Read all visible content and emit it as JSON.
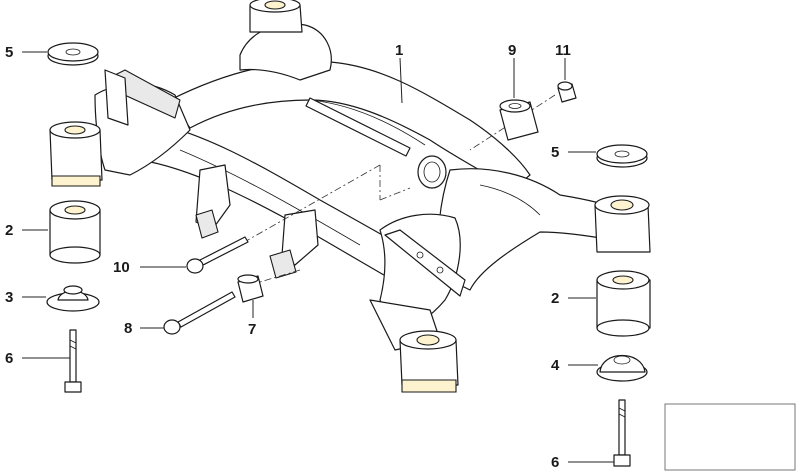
{
  "callouts": [
    {
      "id": "c5a",
      "label": "5"
    },
    {
      "id": "c1",
      "label": "1"
    },
    {
      "id": "c9",
      "label": "9"
    },
    {
      "id": "c11",
      "label": "11"
    },
    {
      "id": "c5b",
      "label": "5"
    },
    {
      "id": "c2a",
      "label": "2"
    },
    {
      "id": "c10",
      "label": "10"
    },
    {
      "id": "c3",
      "label": "3"
    },
    {
      "id": "c8",
      "label": "8"
    },
    {
      "id": "c7",
      "label": "7"
    },
    {
      "id": "c6a",
      "label": "6"
    },
    {
      "id": "c2b",
      "label": "2"
    },
    {
      "id": "c4",
      "label": "4"
    },
    {
      "id": "c6b",
      "label": "6"
    }
  ]
}
